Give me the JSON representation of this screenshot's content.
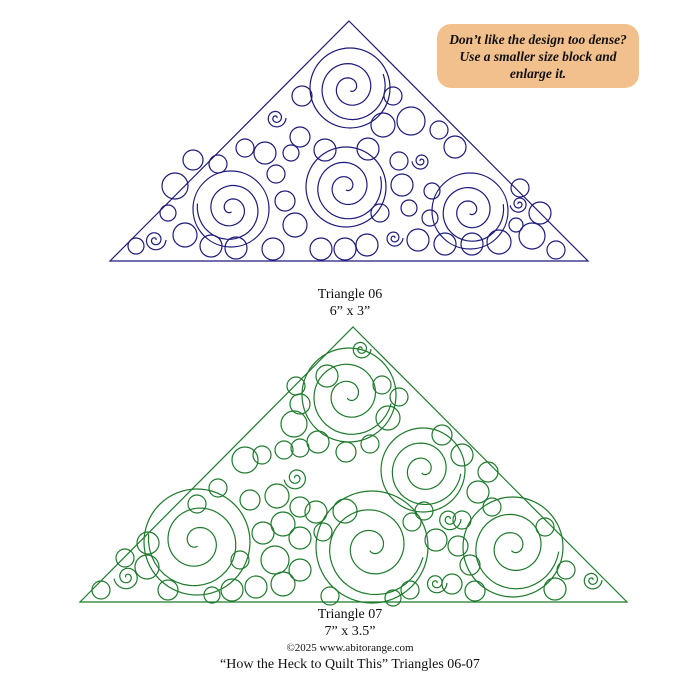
{
  "tip": {
    "lines": [
      "Don’t like the design too dense?",
      "Use a smaller size block and",
      "enlarge it."
    ],
    "bg_color": "#f2c08d"
  },
  "designs": [
    {
      "name": "Triangle 06",
      "size": "6” x 3”",
      "color": "#1d1a7a"
    },
    {
      "name": "Triangle 07",
      "size": "7” x 3.5”",
      "color": "#1f7a2c"
    }
  ],
  "footer": {
    "copyright": "©2025 www.abitorange.com",
    "title": "“How the Heck to Quilt This” Triangles 06-07"
  }
}
